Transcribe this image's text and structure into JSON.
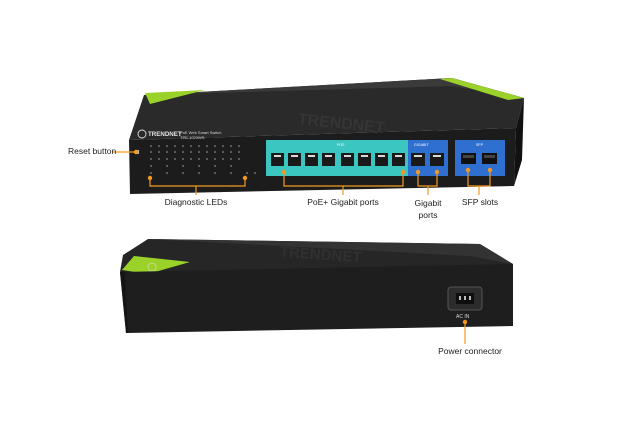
{
  "callouts": {
    "reset_button": "Reset button",
    "diagnostic_leds": "Diagnostic LEDs",
    "poe_ports": "PoE+ Gigabit ports",
    "gigabit_ports_line1": "Gigabit",
    "gigabit_ports_line2": "ports",
    "sfp_slots": "SFP slots",
    "power_connector": "Power connector"
  },
  "device": {
    "brand": "TRENDNET",
    "model_title": "PoE Web Smart Switch",
    "model_number": "TPE-1020WS",
    "poe_group_label": "POE",
    "gigabit_group_label": "GIGABIT",
    "sfp_group_label": "SFP",
    "ac_in_label": "AC IN"
  },
  "colors": {
    "brand_green": "#9bd22a",
    "port_panel_teal": "#3bc6c2",
    "gigabit_panel_blue": "#2f6fd0",
    "callout_orange": "#f29a1f",
    "chassis": "#1e1e1e"
  }
}
